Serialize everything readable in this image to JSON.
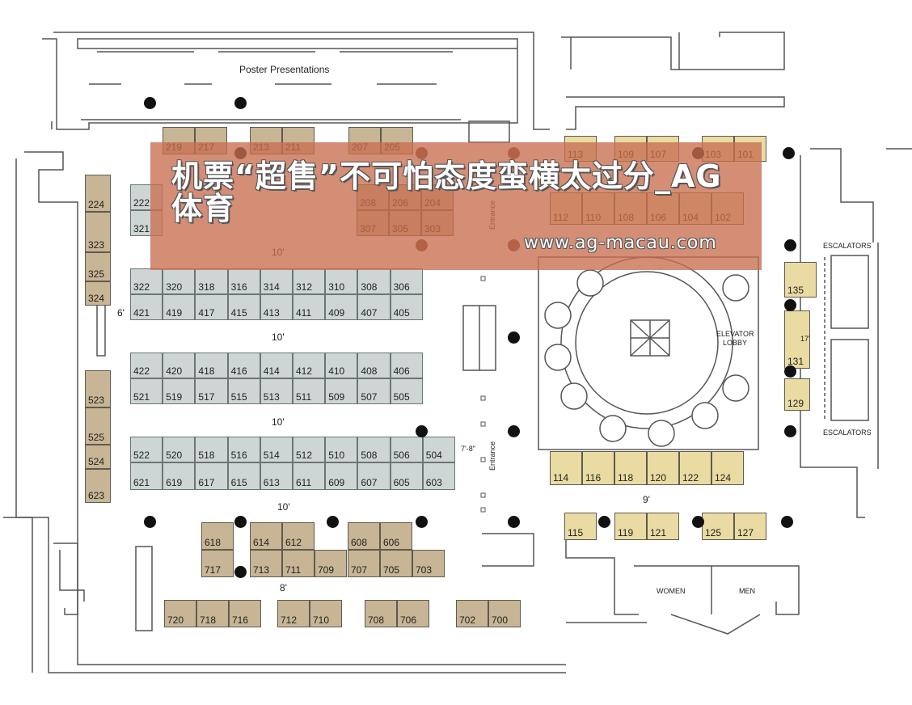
{
  "labels": {
    "poster": "Poster Presentations",
    "entrance": "Entrance",
    "elevator_line1": "ELEVATOR",
    "elevator_line2": "LOBBY",
    "escalators": "ESCALATORS",
    "women": "WOMEN",
    "men": "MEN",
    "gap_6": "6'",
    "gap_10": "10'",
    "gap_8": "8'",
    "gap_9": "9'",
    "gap_7_8": "7'-8\"",
    "gap_17": "17'"
  },
  "booths_gray": [
    "222",
    "321",
    "322",
    "320",
    "318",
    "316",
    "314",
    "312",
    "310",
    "308",
    "306",
    "421",
    "419",
    "417",
    "415",
    "413",
    "411",
    "409",
    "407",
    "405",
    "422",
    "420",
    "418",
    "416",
    "414",
    "412",
    "410",
    "408",
    "406",
    "521",
    "519",
    "517",
    "515",
    "513",
    "511",
    "509",
    "507",
    "505",
    "522",
    "520",
    "518",
    "516",
    "514",
    "512",
    "510",
    "508",
    "506",
    "504",
    "621",
    "619",
    "617",
    "615",
    "613",
    "611",
    "609",
    "607",
    "605",
    "603"
  ],
  "booths_tan": [
    "219",
    "217",
    "213",
    "211",
    "207",
    "205",
    "208",
    "206",
    "204",
    "307",
    "305",
    "303",
    "224",
    "323",
    "325",
    "324",
    "523",
    "525",
    "524",
    "623",
    "618",
    "614",
    "612",
    "608",
    "606",
    "717",
    "713",
    "711",
    "709",
    "707",
    "705",
    "703",
    "720",
    "718",
    "716",
    "712",
    "710",
    "708",
    "706",
    "702",
    "700"
  ],
  "booths_yellow": [
    "113",
    "109",
    "107",
    "103",
    "101",
    "112",
    "110",
    "108",
    "106",
    "104",
    "102",
    "135",
    "131",
    "129",
    "114",
    "116",
    "118",
    "120",
    "122",
    "124",
    "115",
    "119",
    "121",
    "125",
    "127"
  ],
  "overlay": {
    "title": "机票“超售”不可怕态度蛮横太过分_AG体育",
    "url": "www.ag-macau.com"
  }
}
